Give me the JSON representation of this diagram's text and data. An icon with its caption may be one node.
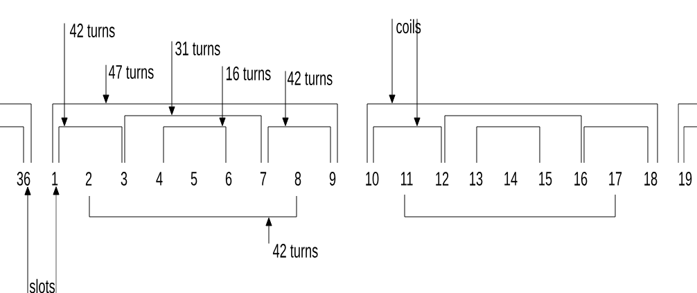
{
  "diagram": {
    "nodes": [
      {
        "text": [
          "42 turns"
        ]
      },
      {
        "text": [
          "coils"
        ]
      },
      {
        "text": [
          "31 turns"
        ]
      },
      {
        "text": [
          "47 turns"
        ]
      },
      {
        "text": [
          "16 turns"
        ]
      },
      {
        "text": [
          "42 turns"
        ]
      },
      {
        "text": [],
        "shape": "bracket"
      },
      {
        "text": [],
        "shape": "bracket",
        "in": 6
      },
      {
        "text": [],
        "shape": "bracket"
      },
      {
        "text": [],
        "shape": "bracket",
        "in": 8
      },
      {
        "text": [],
        "shape": "bracket",
        "in": 8
      },
      {
        "text": [],
        "shape": "bracket",
        "in": 9
      },
      {
        "text": [],
        "shape": "bracket",
        "in": 8
      },
      {
        "text": [],
        "shape": "bracket"
      },
      {
        "text": [],
        "shape": "bracket",
        "in": 13
      },
      {
        "text": [],
        "shape": "bracket",
        "in": 13
      },
      {
        "text": [],
        "shape": "bracket",
        "in": 14
      },
      {
        "text": [],
        "shape": "bracket",
        "in": 13
      },
      {
        "text": [],
        "shape": "bracket"
      },
      {
        "text": [],
        "shape": "bracket",
        "in": 18
      },
      {
        "text": [
          "36"
        ]
      },
      {
        "text": [
          "1"
        ]
      },
      {
        "text": [],
        "shape": "bracket"
      },
      {
        "text": [],
        "shape": "bracket"
      },
      {
        "text": [
          "42 turns"
        ]
      },
      {
        "text": [
          "slots"
        ]
      }
    ],
    "edges": [
      {
        "from": 0,
        "to": 10,
        "arrow": "to"
      },
      {
        "from": 1,
        "to": 13,
        "arrow": "to"
      },
      {
        "from": 1,
        "to": 15,
        "arrow": "to"
      },
      {
        "from": 2,
        "to": 9,
        "arrow": "to"
      },
      {
        "from": 3,
        "to": 8,
        "arrow": "to"
      },
      {
        "from": 4,
        "to": 11,
        "arrow": "to"
      },
      {
        "from": 5,
        "to": 12,
        "arrow": "to"
      },
      {
        "from": 24,
        "to": 22,
        "arrow": "to"
      },
      {
        "from": 25,
        "to": 20,
        "arrow": "to"
      },
      {
        "from": 25,
        "to": 21,
        "arrow": "to"
      }
    ],
    "labels": [
      "2",
      "3",
      "4",
      "5",
      "6",
      "7",
      "8",
      "9",
      "10",
      "11",
      "12",
      "13",
      "14",
      "15",
      "16",
      "17",
      "18",
      "19"
    ]
  }
}
